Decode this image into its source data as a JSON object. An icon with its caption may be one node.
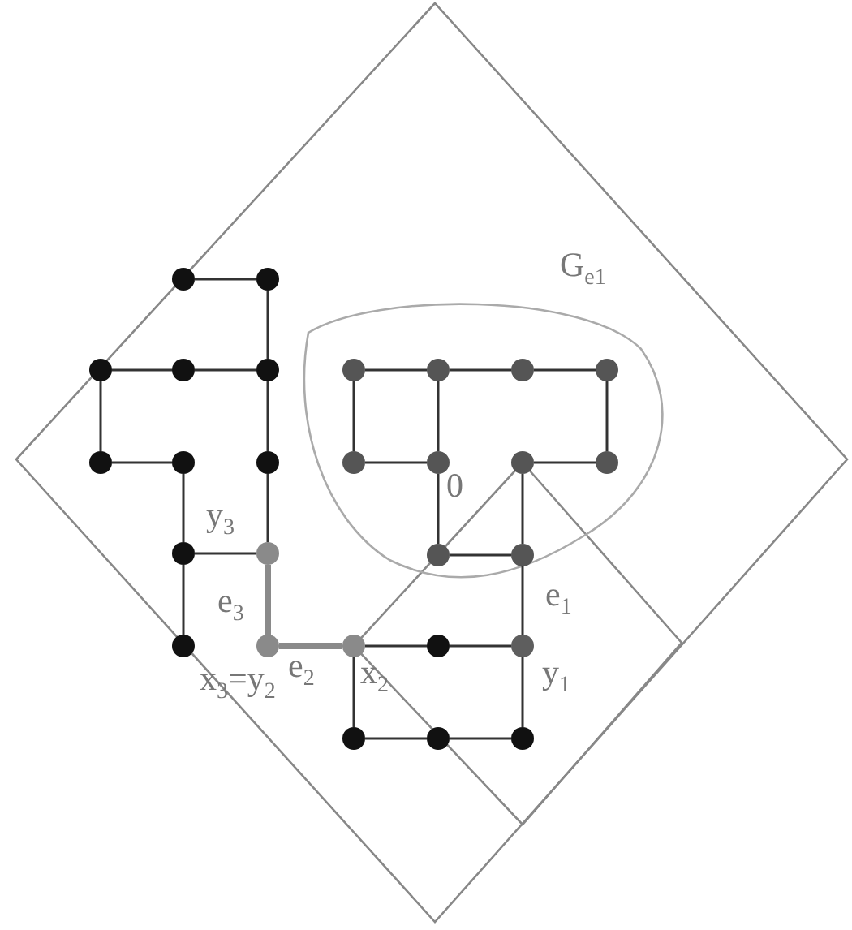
{
  "diagram": {
    "nodes": [
      {
        "text": [
          "G$_{e1}$"
        ]
      },
      {
        "text": [],
        "shape": "circle"
      },
      {
        "text": [],
        "shape": "circle"
      },
      {
        "text": [],
        "shape": "circle"
      },
      {
        "text": [],
        "shape": "circle"
      },
      {
        "text": [],
        "shape": "circle"
      },
      {
        "text": [],
        "shape": "circle",
        "in": 0
      },
      {
        "text": [],
        "shape": "circle",
        "in": 0
      },
      {
        "text": [],
        "shape": "circle",
        "in": 0
      },
      {
        "text": [],
        "shape": "circle",
        "in": 0
      },
      {
        "text": [],
        "shape": "circle"
      },
      {
        "text": [],
        "shape": "circle"
      },
      {
        "text": [],
        "shape": "circle"
      },
      {
        "text": [],
        "shape": "circle",
        "in": 0
      },
      {
        "text": [],
        "shape": "circle",
        "in": 0,
        "beside": [
          "0"
        ]
      },
      {
        "text": [],
        "shape": "circle",
        "in": 0
      },
      {
        "text": [],
        "shape": "circle",
        "in": 0
      },
      {
        "text": [],
        "shape": "circle"
      },
      {
        "text": [],
        "shape": "circle",
        "beside": [
          "y$_{3}$"
        ]
      },
      {
        "text": [],
        "shape": "circle",
        "in": 0
      },
      {
        "text": [],
        "shape": "circle",
        "in": 0
      },
      {
        "text": [],
        "shape": "circle"
      },
      {
        "text": [],
        "shape": "circle",
        "beside": [
          "x$_{3}$=y$_{2}$"
        ]
      },
      {
        "text": [],
        "shape": "circle",
        "beside": [
          "x$_{2}$"
        ]
      },
      {
        "text": [],
        "shape": "circle"
      },
      {
        "text": [],
        "shape": "circle",
        "beside": [
          "y$_{1}$"
        ]
      },
      {
        "text": [],
        "shape": "circle"
      },
      {
        "text": [],
        "shape": "circle"
      },
      {
        "text": [],
        "shape": "circle"
      }
    ],
    "edges": [
      {
        "from": 1,
        "to": 2,
        "arrow": "none"
      },
      {
        "from": 2,
        "to": 5,
        "arrow": "none"
      },
      {
        "from": 3,
        "to": 4,
        "arrow": "none"
      },
      {
        "from": 4,
        "to": 5,
        "arrow": "none"
      },
      {
        "from": 3,
        "to": 10,
        "arrow": "none"
      },
      {
        "from": 5,
        "to": 12,
        "arrow": "none"
      },
      {
        "from": 10,
        "to": 11,
        "arrow": "none"
      },
      {
        "from": 11,
        "to": 17,
        "arrow": "none"
      },
      {
        "from": 12,
        "to": 18,
        "arrow": "none"
      },
      {
        "from": 17,
        "to": 18,
        "arrow": "none"
      },
      {
        "from": 17,
        "to": 21,
        "arrow": "none"
      },
      {
        "from": 18,
        "to": 22,
        "arrow": "none",
        "label": "e$_{3}$",
        "style": "thick",
        "color": "#8a8a8a"
      },
      {
        "from": 22,
        "to": 23,
        "arrow": "none",
        "label": "e$_{2}$",
        "style": "thick",
        "color": "#8a8a8a"
      },
      {
        "from": 6,
        "to": 7,
        "arrow": "none"
      },
      {
        "from": 7,
        "to": 8,
        "arrow": "none"
      },
      {
        "from": 8,
        "to": 9,
        "arrow": "none"
      },
      {
        "from": 6,
        "to": 13,
        "arrow": "none"
      },
      {
        "from": 7,
        "to": 14,
        "arrow": "none"
      },
      {
        "from": 9,
        "to": 16,
        "arrow": "none"
      },
      {
        "from": 13,
        "to": 14,
        "arrow": "none"
      },
      {
        "from": 14,
        "to": 19,
        "arrow": "none"
      },
      {
        "from": 15,
        "to": 16,
        "arrow": "none"
      },
      {
        "from": 15,
        "to": 20,
        "arrow": "none"
      },
      {
        "from": 19,
        "to": 20,
        "arrow": "none"
      },
      {
        "from": 20,
        "to": 25,
        "arrow": "none",
        "label": "e$_{1}$"
      },
      {
        "from": 23,
        "to": 24,
        "arrow": "none"
      },
      {
        "from": 24,
        "to": 25,
        "arrow": "none"
      },
      {
        "from": 23,
        "to": 26,
        "arrow": "none"
      },
      {
        "from": 25,
        "to": 28,
        "arrow": "none"
      },
      {
        "from": 26,
        "to": 27,
        "arrow": "none"
      },
      {
        "from": 27,
        "to": 28,
        "arrow": "none"
      }
    ]
  }
}
